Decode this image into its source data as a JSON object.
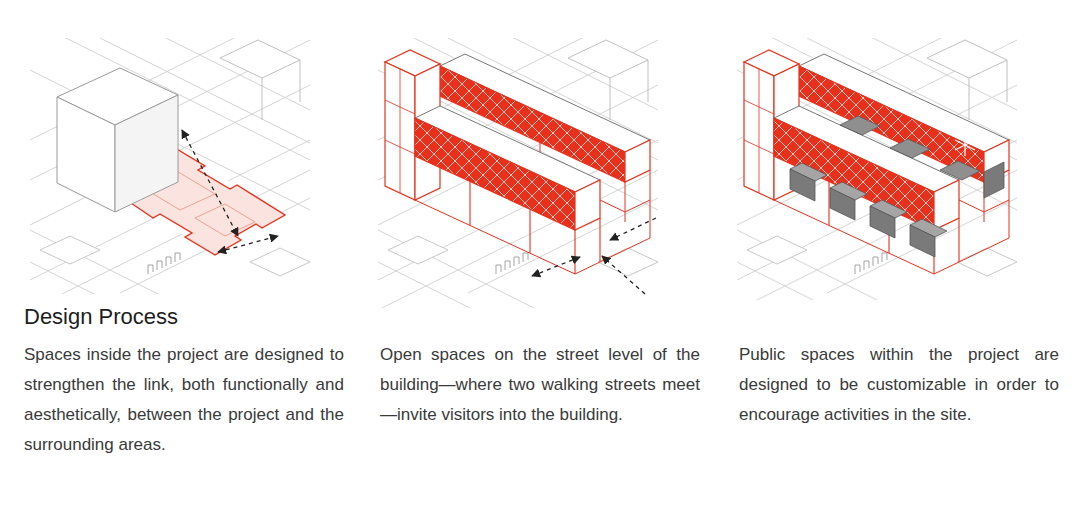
{
  "diagram": {
    "title": "Design Process",
    "labels": [
      "Spaces inside the project are designed to strengthen the link, both functionally and aesthetically, between the project and the surrounding areas.",
      "Open spaces on the street level of the building—where two walking streets meet—invite visitors into the building.",
      "Public spaces within the project are designed to be customizable in order to encourage activities in the site."
    ]
  }
}
